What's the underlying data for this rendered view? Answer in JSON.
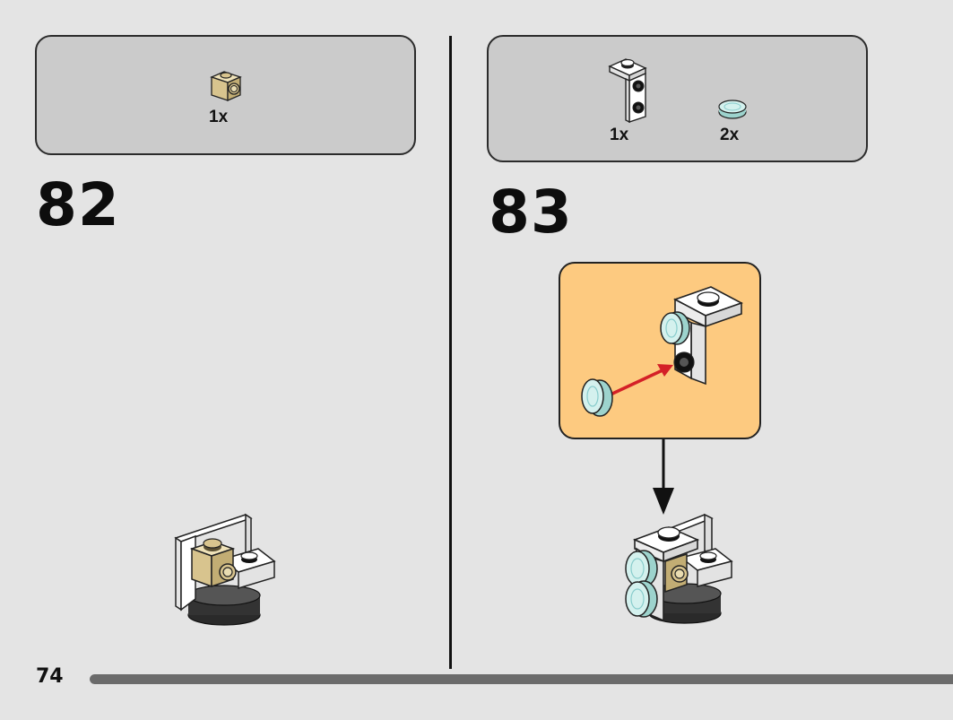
{
  "steps": [
    {
      "number": "82",
      "parts": [
        {
          "icon": "tan-1x1-brick-with-side-stud-icon",
          "quantity": "1x"
        }
      ]
    },
    {
      "number": "83",
      "parts": [
        {
          "icon": "white-bracket-plate-icon",
          "quantity": "1x"
        },
        {
          "icon": "trans-light-blue-round-tile-icon",
          "quantity": "2x"
        }
      ]
    }
  ],
  "page": {
    "number": "74",
    "progress_fraction": 1.0
  },
  "colors": {
    "background": "#e4e4e4",
    "parts_box": "#cbcbcb",
    "callout": "#fdca80",
    "tan": "#d8c48e",
    "trans_light_blue": "#bfe6e2",
    "arrow_red": "#d42027",
    "progress_bar": "#6b6b6b"
  }
}
